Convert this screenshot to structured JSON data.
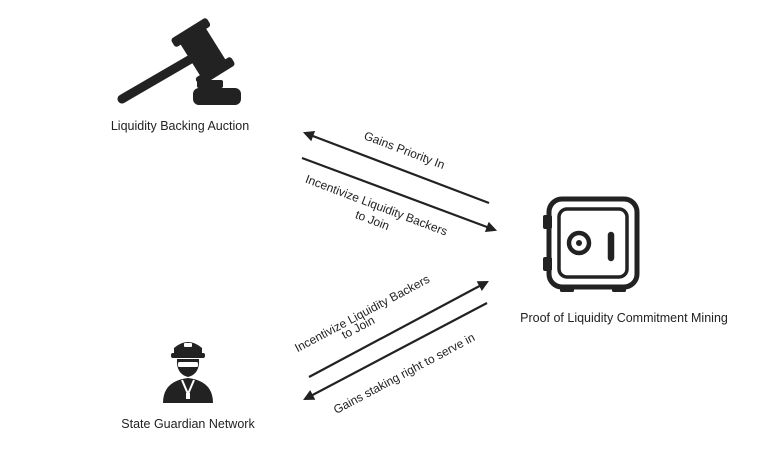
{
  "colors": {
    "ink": "#222222",
    "background": "#ffffff"
  },
  "nodes": {
    "auction": {
      "label": "Liquidity Backing Auction",
      "icon": "gavel-icon"
    },
    "mining": {
      "label": "Proof of Liquidity Commitment Mining",
      "icon": "safe-icon"
    },
    "guardian": {
      "label": "State Guardian Network",
      "icon": "guard-icon"
    }
  },
  "edges": {
    "mining_to_auction": {
      "label": "Gains Priority In"
    },
    "auction_to_mining": {
      "line1": "Incentivize Liquidity Backers",
      "line2": "to Join"
    },
    "guardian_to_mining": {
      "line1": "Incentivize Liquidity Backers",
      "line2": "to Join"
    },
    "mining_to_guardian": {
      "label": "Gains staking right to serve in"
    }
  }
}
